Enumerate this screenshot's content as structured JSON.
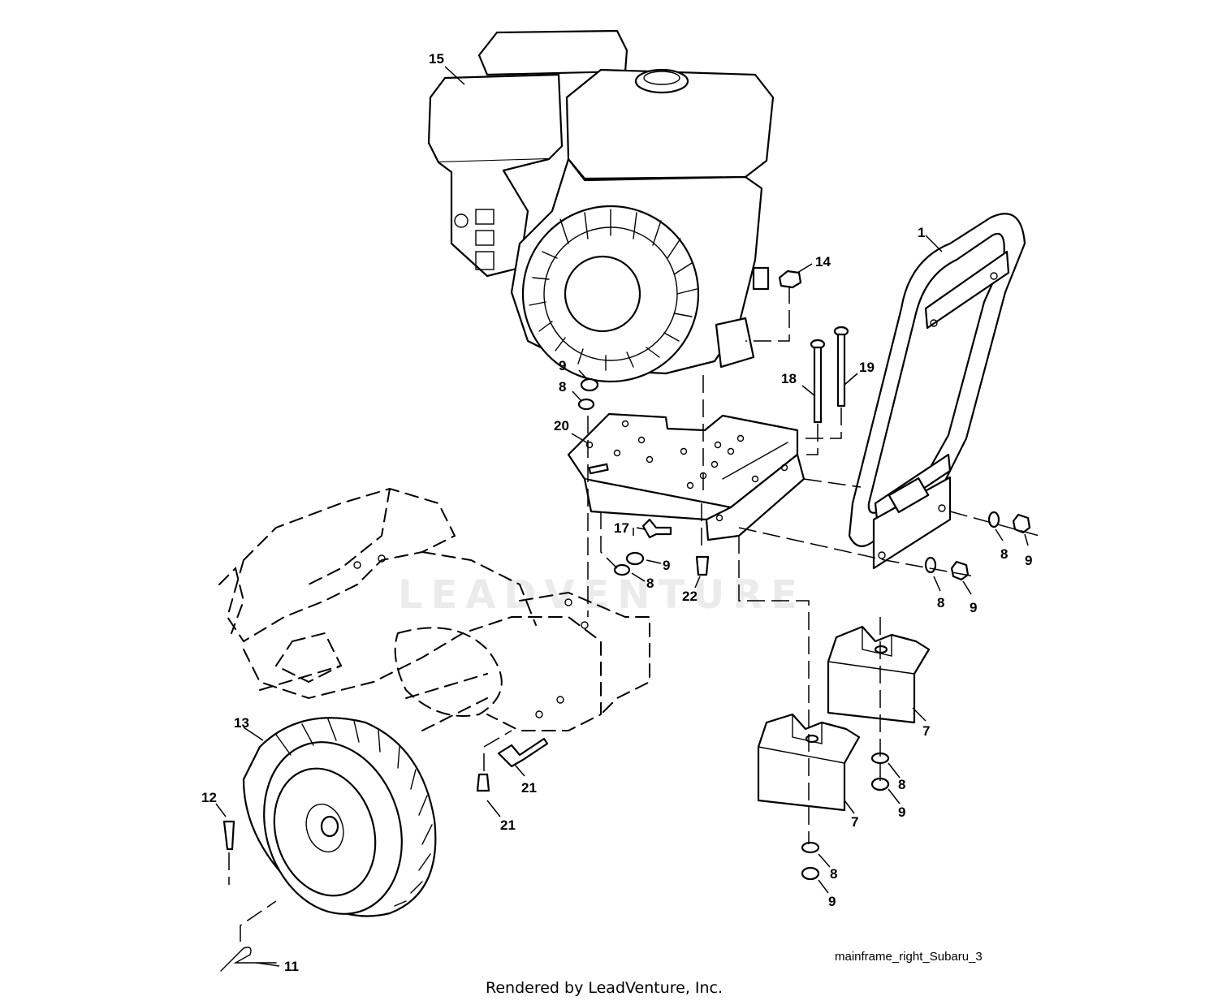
{
  "diagram_id": "mainframe_right_Subaru_3",
  "render_credit": "Rendered by LeadVenture, Inc.",
  "watermark": "LEADVENTURE",
  "callouts": {
    "c1": "1",
    "c7a": "7",
    "c7b": "7",
    "c8a": "8",
    "c8b": "8",
    "c8c": "8",
    "c8d": "8",
    "c8e": "8",
    "c8f": "8",
    "c9a": "9",
    "c9b": "9",
    "c9c": "9",
    "c9d": "9",
    "c9e": "9",
    "c9f": "9",
    "c11": "11",
    "c12": "12",
    "c13": "13",
    "c14": "14",
    "c15": "15",
    "c17": "17",
    "c18": "18",
    "c19": "19",
    "c20": "20",
    "c21a": "21",
    "c21b": "21",
    "c22": "22"
  }
}
